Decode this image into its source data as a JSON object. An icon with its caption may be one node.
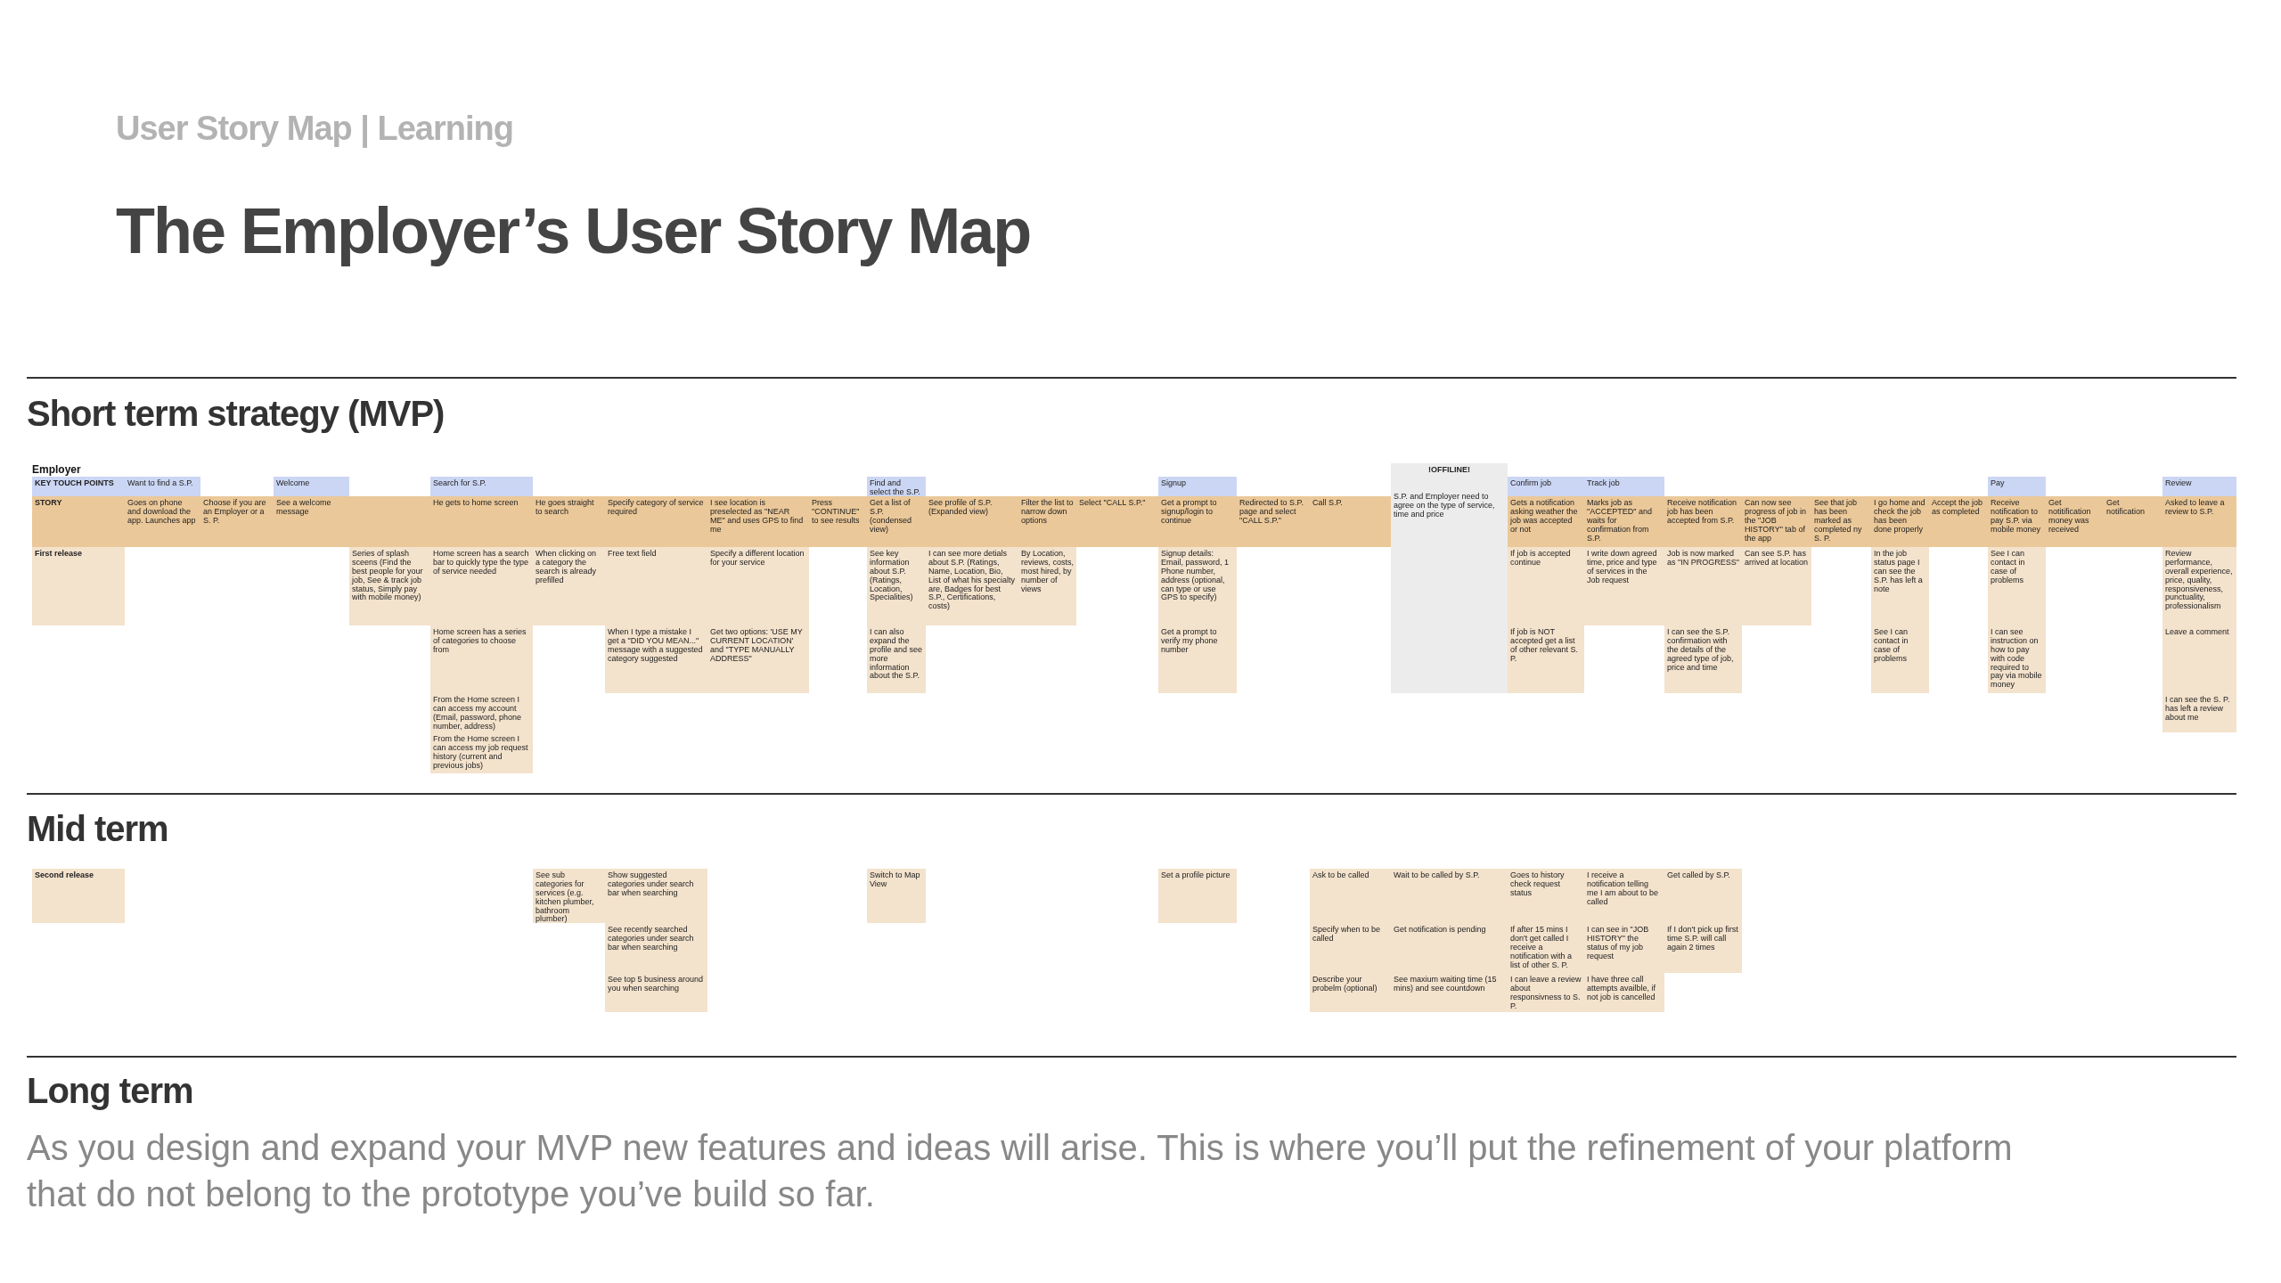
{
  "diagram": {
    "title": "The Employer’s User Story Map",
    "nodes": [
      {
        "text": [
          "KEY TOUCH POINTS"
        ]
      },
      {
        "text": [
          "Want to find a S.P."
        ]
      },
      {
        "text": [
          "Welcome"
        ]
      },
      {
        "text": [
          "Search for S.P."
        ]
      },
      {
        "text": [
          "Find and select the S.P."
        ]
      },
      {
        "text": [
          "Signup"
        ]
      },
      {
        "text": [
          "!OFFILINE!",
          "S.P. and Employer need to agree on the type of service, time and price"
        ]
      },
      {
        "text": [
          "Confirm job"
        ]
      },
      {
        "text": [
          "Track job"
        ]
      },
      {
        "text": [
          "Pay"
        ]
      },
      {
        "text": [
          "Review"
        ]
      },
      {
        "text": [
          "STORY"
        ]
      },
      {
        "text": [
          "Goes on phone and download the app. Launches app"
        ]
      },
      {
        "text": [
          "Choose if you are an Employer or a S. P."
        ]
      },
      {
        "text": [
          "See a welcome message"
        ]
      },
      {
        "text": [],
        "shape": "box"
      },
      {
        "text": [
          "He gets to home screen"
        ]
      },
      {
        "text": [
          "He goes straight to search"
        ]
      },
      {
        "text": [
          "Specify category of service required"
        ]
      },
      {
        "text": [
          "I see location is preselected as \"NEAR ME\" and uses GPS to find me"
        ]
      },
      {
        "text": [
          "Press \"CONTINUE\" to see results"
        ]
      },
      {
        "text": [
          "Get a list of S.P. (condensed view)"
        ]
      },
      {
        "text": [
          "See profile of S.P. (Expanded view)"
        ]
      },
      {
        "text": [
          "Filter the list to narrow down options"
        ]
      },
      {
        "text": [
          "Select \"CALL S.P.\""
        ]
      },
      {
        "text": [
          "Get a prompt to signup/login to continue"
        ]
      },
      {
        "text": [
          "Redirected to S.P. page and select \"CALL S.P.\""
        ]
      },
      {
        "text": [
          "Call S.P."
        ]
      },
      {
        "text": [
          "Gets a notification asking weather the job was accepted or not"
        ]
      },
      {
        "text": [
          "Marks job as \"ACCEPTED\" and waits for confirmation from S.P."
        ]
      },
      {
        "text": [
          "Receive notification job has been accepted from S.P."
        ]
      },
      {
        "text": [
          "Can now see progress of job in the \"JOB HISTORY\" tab of the app"
        ]
      },
      {
        "text": [
          "See that job has been marked as completed ny S. P."
        ]
      },
      {
        "text": [
          "I go home and check the job has been done properly"
        ]
      },
      {
        "text": [
          "Accept the job as completed"
        ]
      },
      {
        "text": [
          "Receive notification to pay S.P. via mobile money"
        ]
      },
      {
        "text": [
          "Get notitification money was received"
        ]
      },
      {
        "text": [
          "Get notification"
        ]
      },
      {
        "text": [
          "Asked to leave a review to S.P."
        ]
      },
      {
        "text": [
          "First release"
        ]
      },
      {
        "text": [
          "Series of splash sceens (Find the best people for your job, See & track job status, Simply pay with mobile money)"
        ]
      },
      {
        "text": [
          "Home screen has a search bar to quickly type the type of service needed"
        ]
      },
      {
        "text": [
          "When clicking on a category the search is already prefilled"
        ]
      },
      {
        "text": [
          "Free text field"
        ]
      },
      {
        "text": [
          "Specify a different location for your service"
        ]
      },
      {
        "text": [
          "See key information about S.P. (Ratings, Location, Specialities)"
        ]
      },
      {
        "text": [
          "I can see more detials about S.P. (Ratings, Name, Location, Bio, List of what his specialty are, Badges for best S.P., Certifications, costs)"
        ]
      },
      {
        "text": [
          "By Location, reviews, costs, most hired, by number of views"
        ]
      },
      {
        "text": [
          "Signup details: Email, password, 1 Phone number, address (optional, can type or use GPS to specify)"
        ]
      },
      {
        "text": [
          "If job is accepted continue"
        ]
      },
      {
        "text": [
          "I write down agreed time, price and type of services in the Job request"
        ]
      },
      {
        "text": [
          "Job is now marked as \"IN PROGRESS\""
        ]
      },
      {
        "text": [
          "Can see S.P. has arrived at location"
        ]
      },
      {
        "text": [
          "In the job status page I can see the S.P. has left a note"
        ]
      },
      {
        "text": [
          "See I can contact in case of problems"
        ]
      },
      {
        "text": [
          "Review performance, overall experience, price, quality, responsiveness, punctuality, professionalism"
        ]
      },
      {
        "text": [
          "Home screen has a series of categories to choose from"
        ]
      },
      {
        "text": [
          "When I type a mistake I get a \"DID YOU MEAN...\" message with a suggested category suggested"
        ]
      },
      {
        "text": [
          "Get two options: 'USE MY CURRENT LOCATION' and \"TYPE MANUALLY ADDRESS\""
        ]
      },
      {
        "text": [
          "I can also expand the profile and see more information about the S.P."
        ]
      },
      {
        "text": [
          "Get a prompt to verify my phone number"
        ]
      },
      {
        "text": [
          "If job is NOT accepted get a list of other relevant S. P."
        ]
      },
      {
        "text": [
          "I can see the S.P. confirmation with the details of the agreed type of job, price and time"
        ]
      },
      {
        "text": [
          "See I can contact in case of problems"
        ]
      },
      {
        "text": [
          "I can see instruction on how to pay with code required to pay via mobile money"
        ]
      },
      {
        "text": [
          "Leave a comment"
        ]
      },
      {
        "text": [
          "From the Home screen I can access my account (Email, password, phone number, address)"
        ]
      },
      {
        "text": [
          "I can see the S. P. has left a review about me"
        ]
      },
      {
        "text": [
          "From the Home screen I can access my job request history (current and previous jobs)"
        ]
      },
      {
        "text": [
          "Second release"
        ]
      },
      {
        "text": [
          "See sub categories for services (e.g. kitchen plumber, bathroom plumber)"
        ]
      },
      {
        "text": [
          "Show suggested categories under search bar when searching"
        ]
      },
      {
        "text": [
          "Switch to Map View"
        ]
      },
      {
        "text": [
          "Set a profile picture"
        ]
      },
      {
        "text": [
          "Ask to be called"
        ]
      },
      {
        "text": [
          "Wait to be called by S.P."
        ]
      },
      {
        "text": [
          "Goes to history check request status"
        ]
      },
      {
        "text": [
          "I receive a notification telling me I am about to be called"
        ]
      },
      {
        "text": [
          "Get called by S.P."
        ]
      },
      {
        "text": [
          "See recently searched categories under search bar when searching"
        ]
      },
      {
        "text": [
          "Specify when to be called"
        ]
      },
      {
        "text": [
          "Get notification is pending"
        ]
      },
      {
        "text": [
          "If after 15 mins I don't get called I receive a notification with a list of other S. P."
        ]
      },
      {
        "text": [
          "I can see in \"JOB HISTORY\" the status of my job request"
        ]
      },
      {
        "text": [
          "If I don't pick up first time S.P. will call again 2 times"
        ]
      },
      {
        "text": [
          "See top 5 business around you when searching"
        ]
      },
      {
        "text": [
          "Describe your probelm (optional)"
        ]
      },
      {
        "text": [
          "See maxium waiting time (15 mins) and see countdown"
        ]
      },
      {
        "text": [
          "I can leave a review about responsivness to S. P."
        ]
      },
      {
        "text": [
          "I have three call attempts availble, if not job is cancelled"
        ]
      }
    ],
    "labels": [
      "User Story Map | Learning",
      "Short term strategy (MVP)",
      "Employer",
      "Mid term",
      "Long term",
      "As you design and expand your MVP new features and ideas will arise. This is where you’ll put the refinement of your platform that do not belong to the prototype you’ve build so far."
    ]
  }
}
